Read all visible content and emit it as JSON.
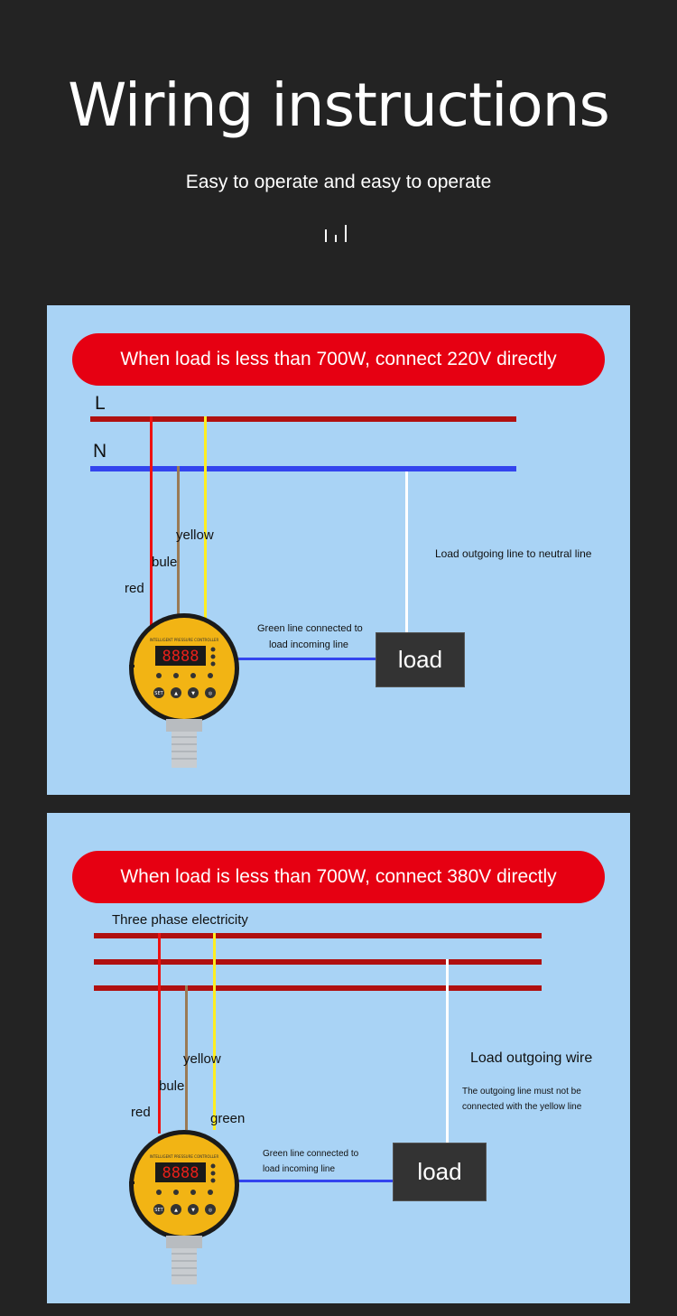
{
  "header": {
    "title": "Wiring instructions",
    "subtitle": "Easy to operate and easy to operate"
  },
  "device": {
    "brand_text": "INTELLIGENT PRESSURE CONTROLLER",
    "display": "8888",
    "button_labels": [
      "SET",
      "▲",
      "▼",
      "◎"
    ]
  },
  "diagram_220": {
    "banner": "When load is less than 700W, connect 220V directly",
    "line_l": "L",
    "line_n": "N",
    "wire_yellow": "yellow",
    "wire_bule": "bule",
    "wire_red": "red",
    "neutral_note": "Load outgoing line to neutral line",
    "green_note_1": "Green line connected to",
    "green_note_2": "load incoming line",
    "load": "load"
  },
  "diagram_380": {
    "banner": "When load is less than 700W, connect 380V directly",
    "three_phase": "Three phase electricity",
    "wire_yellow": "yellow",
    "wire_bule": "bule",
    "wire_red": "red",
    "wire_green": "green",
    "outgoing_title": "Load outgoing wire",
    "outgoing_note_1": "The outgoing line must not be",
    "outgoing_note_2": "connected with the yellow line",
    "green_note_1": "Green line connected to",
    "green_note_2": "load incoming line",
    "load": "load"
  },
  "colors": {
    "background": "#232323",
    "panel": "#a9d3f5",
    "banner": "#e60012",
    "live_wire": "#b01010",
    "neutral_wire": "#3344ee",
    "red_wire": "#ee1111",
    "yellow_wire": "#ffee22",
    "brown_wire": "#9a7a55",
    "white_wire": "#ffffff",
    "device_body": "#f2b414"
  }
}
